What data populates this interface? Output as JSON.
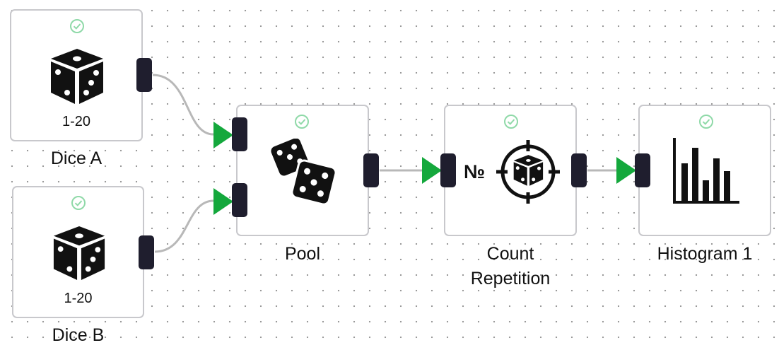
{
  "nodes": {
    "dice_a": {
      "caption": "Dice A",
      "range": "1-20",
      "status_icon": "check-circle-icon",
      "icon": "die-icon"
    },
    "dice_b": {
      "caption": "Dice B",
      "range": "1-20",
      "status_icon": "check-circle-icon",
      "icon": "die-icon"
    },
    "pool": {
      "caption": "Pool",
      "status_icon": "check-circle-icon",
      "icon": "two-dice-icon"
    },
    "count_repetition": {
      "caption_line1": "Count",
      "caption_line2": "Repetition",
      "symbol": "№",
      "status_icon": "check-circle-icon",
      "icon": "target-die-icon"
    },
    "histogram": {
      "caption": "Histogram 1",
      "status_icon": "check-circle-icon",
      "icon": "bar-chart-icon"
    }
  },
  "colors": {
    "port": "#1f1e2e",
    "arrow": "#14a83c",
    "wire": "#b8b8b8",
    "check": "#8fd9a8",
    "node_border": "#c8c8cc"
  }
}
